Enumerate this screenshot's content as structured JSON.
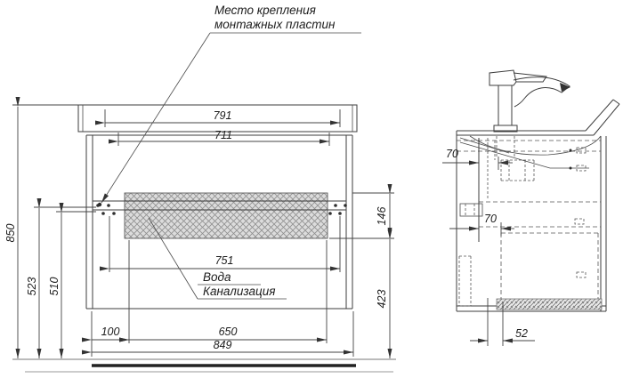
{
  "drawing_type": "technical-installation-drawing",
  "colors": {
    "background": "#ffffff",
    "line": "#3d3d3d",
    "hatch_fill": "#dcdcdc",
    "hatch_line": "#8f8f8f",
    "text": "#1c1c1c"
  },
  "annotations": {
    "mounting_plate_callout": {
      "line1": "Место крепления",
      "line2": "монтажных пластин"
    },
    "utilities_callout": {
      "water": "Вода",
      "sewer": "Канализация"
    }
  },
  "front_view": {
    "dims": {
      "d791": "791",
      "d711": "711",
      "d751": "751",
      "d650": "650",
      "d100": "100",
      "d849": "849",
      "d850": "850",
      "d523": "523",
      "d510": "510",
      "d146": "146",
      "d423": "423"
    }
  },
  "side_view": {
    "dims": {
      "d70_top": "70",
      "d70_bottom": "70",
      "d52": "52"
    }
  }
}
